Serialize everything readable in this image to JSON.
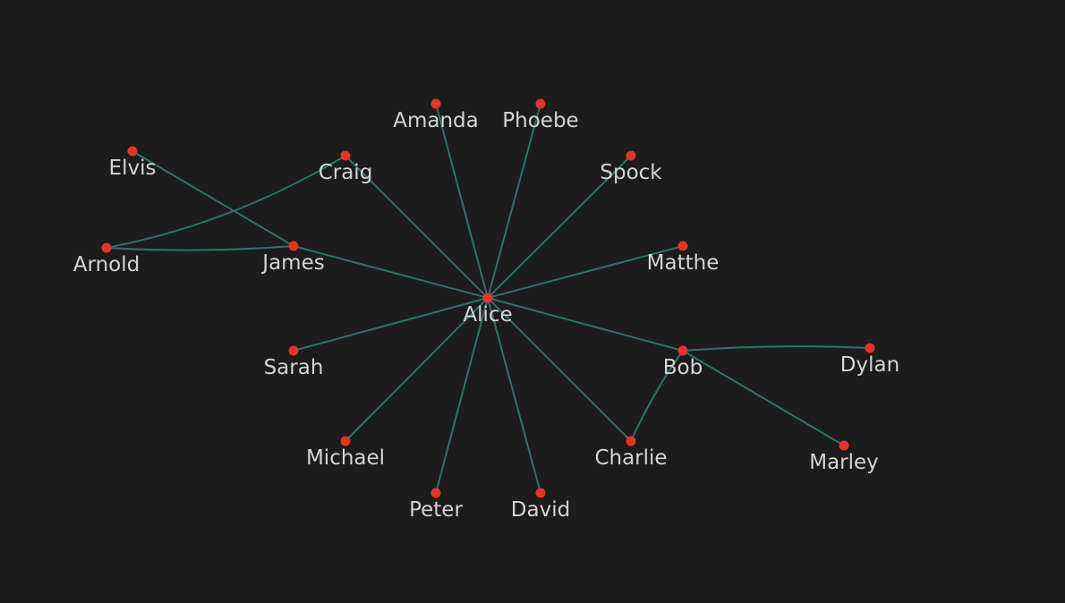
{
  "colors": {
    "background": "#1c1c1c",
    "edge": "#356e6b",
    "node": "#e53328",
    "label": "#d4d4d4"
  },
  "nodes": [
    {
      "id": "alice",
      "label": "Alice"
    },
    {
      "id": "amanda",
      "label": "Amanda"
    },
    {
      "id": "phoebe",
      "label": "Phoebe"
    },
    {
      "id": "elvis",
      "label": "Elvis"
    },
    {
      "id": "craig",
      "label": "Craig"
    },
    {
      "id": "spock",
      "label": "Spock"
    },
    {
      "id": "arnold",
      "label": "Arnold"
    },
    {
      "id": "james",
      "label": "James"
    },
    {
      "id": "matthe",
      "label": "Matthe"
    },
    {
      "id": "sarah",
      "label": "Sarah"
    },
    {
      "id": "bob",
      "label": "Bob"
    },
    {
      "id": "dylan",
      "label": "Dylan"
    },
    {
      "id": "michael",
      "label": "Michael"
    },
    {
      "id": "charlie",
      "label": "Charlie"
    },
    {
      "id": "marley",
      "label": "Marley"
    },
    {
      "id": "peter",
      "label": "Peter"
    },
    {
      "id": "david",
      "label": "David"
    }
  ],
  "edges": [
    {
      "source": "alice",
      "target": "amanda"
    },
    {
      "source": "alice",
      "target": "phoebe"
    },
    {
      "source": "alice",
      "target": "craig"
    },
    {
      "source": "alice",
      "target": "spock"
    },
    {
      "source": "alice",
      "target": "james"
    },
    {
      "source": "alice",
      "target": "matthe"
    },
    {
      "source": "alice",
      "target": "sarah"
    },
    {
      "source": "alice",
      "target": "bob"
    },
    {
      "source": "alice",
      "target": "michael"
    },
    {
      "source": "alice",
      "target": "charlie"
    },
    {
      "source": "alice",
      "target": "peter"
    },
    {
      "source": "alice",
      "target": "david"
    },
    {
      "source": "james",
      "target": "elvis"
    },
    {
      "source": "james",
      "target": "arnold"
    },
    {
      "source": "arnold",
      "target": "craig"
    },
    {
      "source": "bob",
      "target": "dylan"
    },
    {
      "source": "bob",
      "target": "marley"
    },
    {
      "source": "bob",
      "target": "charlie"
    }
  ]
}
